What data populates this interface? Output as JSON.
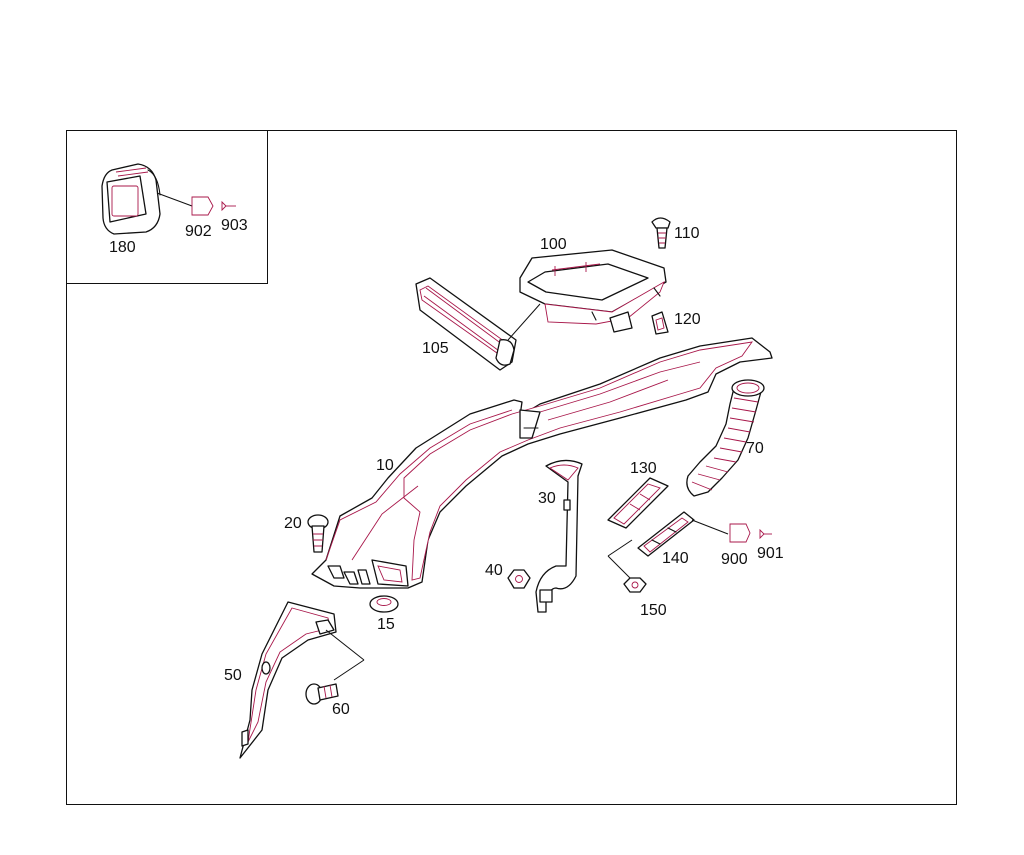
{
  "parts": {
    "p180": "180",
    "p902": "902",
    "p903": "903",
    "p100": "100",
    "p110": "110",
    "p105": "105",
    "p120": "120",
    "p70": "70",
    "p10": "10",
    "p130": "130",
    "p30": "30",
    "p20": "20",
    "p140": "140",
    "p900": "900",
    "p901": "901",
    "p40": "40",
    "p150": "150",
    "p15": "15",
    "p50": "50",
    "p60": "60"
  },
  "colors": {
    "line": "#111111",
    "highlight": "#a8174a",
    "background": "#ffffff"
  }
}
